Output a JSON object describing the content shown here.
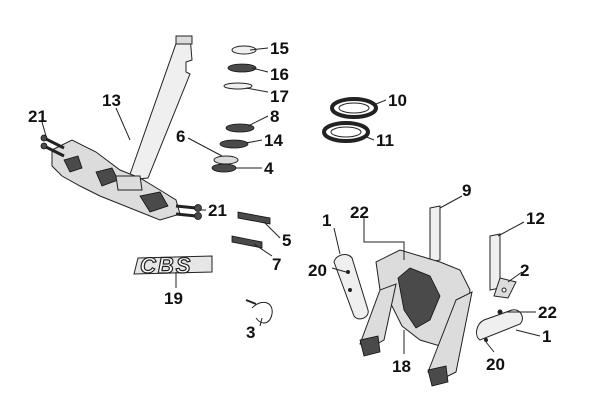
{
  "callouts": {
    "c15": "15",
    "c16": "16",
    "c17": "17",
    "c8": "8",
    "c6": "6",
    "c14": "14",
    "c4": "4",
    "c13": "13",
    "c21a": "21",
    "c21b": "21",
    "c10": "10",
    "c11": "11",
    "c9": "9",
    "c12": "12",
    "c1a": "1",
    "c22a": "22",
    "c5": "5",
    "c7": "7",
    "c20a": "20",
    "c2": "2",
    "c22b": "22",
    "c19": "19",
    "c3": "3",
    "c18": "18",
    "c20b": "20",
    "c1b": "1"
  },
  "cbs_logo_text": "CBS"
}
